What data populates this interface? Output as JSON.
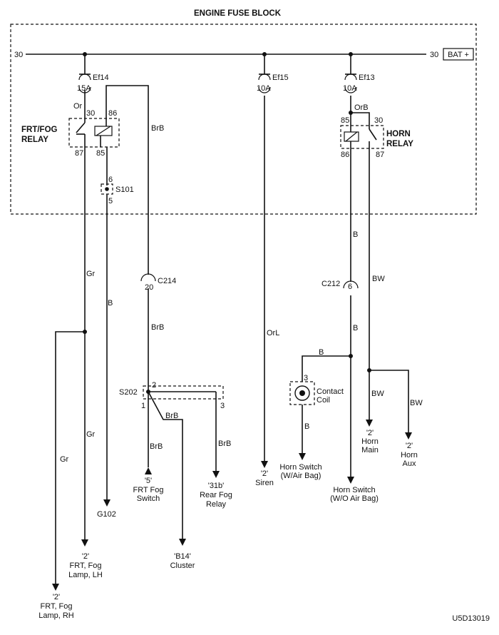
{
  "title": "ENGINE FUSE BLOCK",
  "bus": {
    "left_num": "30",
    "right_num": "30",
    "bat": "BAT +"
  },
  "fuses": {
    "ef14": {
      "name": "Ef14",
      "rating": "15A"
    },
    "ef15": {
      "name": "Ef15",
      "rating": "10A"
    },
    "ef13": {
      "name": "Ef13",
      "rating": "10A"
    }
  },
  "fog_relay": {
    "label_line1": "FRT/FOG",
    "label_line2": "RELAY",
    "p30": "30",
    "p86": "86",
    "p87": "87",
    "p85": "85"
  },
  "horn_relay": {
    "label_line1": "HORN",
    "label_line2": "RELAY",
    "p85": "85",
    "p30": "30",
    "p86": "86",
    "p87": "87"
  },
  "splice_s101": {
    "name": "S101",
    "pin_top": "6",
    "pin_bottom": "5"
  },
  "wires": {
    "or": "Or",
    "orb": "OrB",
    "gr": "Gr",
    "b": "B",
    "brb": "BrB",
    "orl": "OrL",
    "bw": "BW"
  },
  "connectors": {
    "c214": {
      "name": "C214",
      "pin": "20"
    },
    "c212": {
      "name": "C212",
      "pin": "6"
    }
  },
  "s202": {
    "name": "S202",
    "pin1": "1",
    "pin2": "2",
    "pin3": "3"
  },
  "contact_coil": {
    "pin": "3",
    "line1": "Contact",
    "line2": "Coil"
  },
  "destinations": {
    "frt_fog_switch": {
      "ref": "'5'",
      "line1": "FRT Fog",
      "line2": "Switch"
    },
    "rear_fog_relay": {
      "ref": "'31b'",
      "line1": "Rear Fog",
      "line2": "Relay"
    },
    "cluster": {
      "ref": "'B14'",
      "line1": "Cluster"
    },
    "siren": {
      "ref": "'2'",
      "line1": "Siren"
    },
    "horn_switch_airbag": {
      "line1": "Horn Switch",
      "line2": "(W/Air Bag)"
    },
    "horn_switch_no_airbag": {
      "line1": "Horn Switch",
      "line2": "(W/O Air Bag)"
    },
    "horn_main": {
      "ref": "'2'",
      "line1": "Horn",
      "line2": "Main"
    },
    "horn_aux": {
      "ref": "'2'",
      "line1": "Horn",
      "line2": "Aux"
    },
    "g102": {
      "line1": "G102"
    },
    "fog_lamp_lh": {
      "ref": "'2'",
      "line1": "FRT, Fog",
      "line2": "Lamp, LH"
    },
    "fog_lamp_rh": {
      "ref": "'2'",
      "line1": "FRT,  Fog",
      "line2": "Lamp, RH"
    }
  },
  "figure_id": "U5D13019"
}
